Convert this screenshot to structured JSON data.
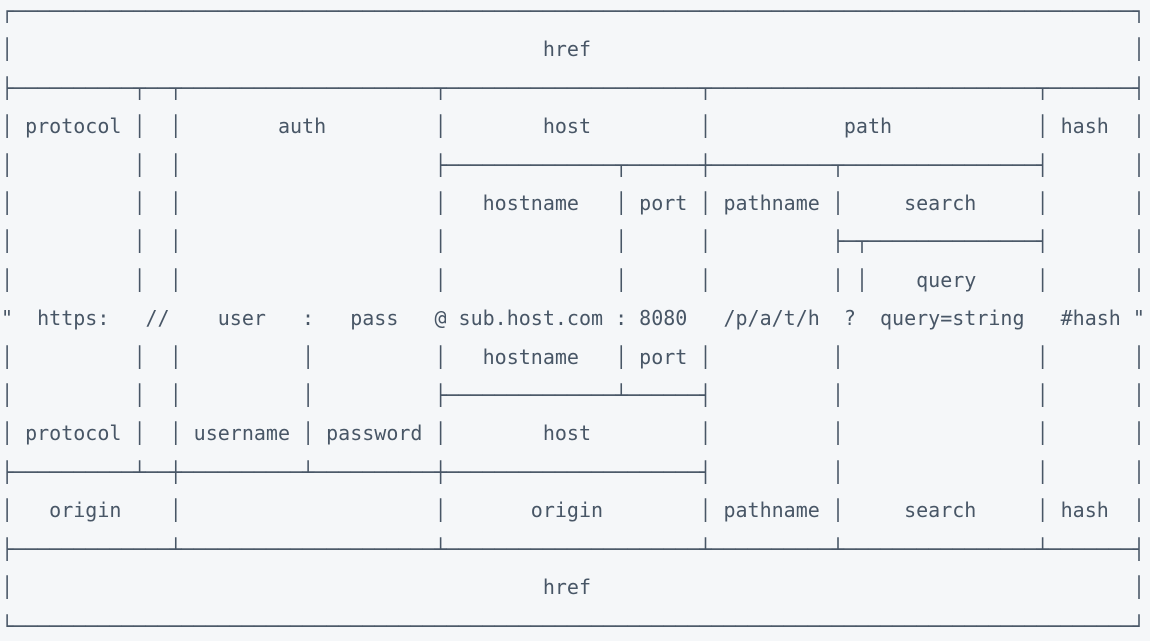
{
  "colors": {
    "background": "#f5f7f9",
    "foreground": "#485666"
  },
  "diagram": {
    "description_labels": [
      "href",
      "protocol",
      "auth",
      "host",
      "path",
      "hash",
      "hostname",
      "port",
      "pathname",
      "search",
      "query",
      "username",
      "password",
      "origin"
    ],
    "example_url_tokens": [
      "\"",
      "https:",
      "//",
      "user",
      ":",
      "pass",
      "@",
      "sub.host.com",
      ":",
      "8080",
      "/p/a/t/h",
      "?",
      "query=string",
      "#hash",
      "\""
    ],
    "lines": [
      "┌─────────────────────────────────────────────────────────────────────────────────────────────┐",
      "│                                            href                                             │",
      "├──────────┬──┬─────────────────────┬─────────────────────┬───────────────────────────┬───────┤",
      "│ protocol │  │        auth         │        host         │           path            │ hash  │",
      "│          │  │                     ├──────────────┬──────┼──────────┬────────────────┤       │",
      "│          │  │                     │   hostname   │ port │ pathname │     search     │       │",
      "│          │  │                     │              │      │          ├─┬──────────────┤       │",
      "│          │  │                     │              │      │          │ │    query     │       │",
      "\"  https:   //    user   :   pass   @ sub.host.com : 8080   /p/a/t/h  ?  query=string   #hash \"",
      "│          │  │          │          │   hostname   │ port │          │                │       │",
      "│          │  │          │          ├──────────────┴──────┤          │                │       │",
      "│ protocol │  │ username │ password │        host         │          │                │       │",
      "├──────────┴──┼──────────┴──────────┼─────────────────────┤          │                │       │",
      "│   origin    │                     │       origin        │ pathname │     search     │ hash  │",
      "├─────────────┴─────────────────────┴─────────────────────┴──────────┴────────────────┴───────┤",
      "│                                            href                                             │",
      "└─────────────────────────────────────────────────────────────────────────────────────────────┘"
    ]
  }
}
